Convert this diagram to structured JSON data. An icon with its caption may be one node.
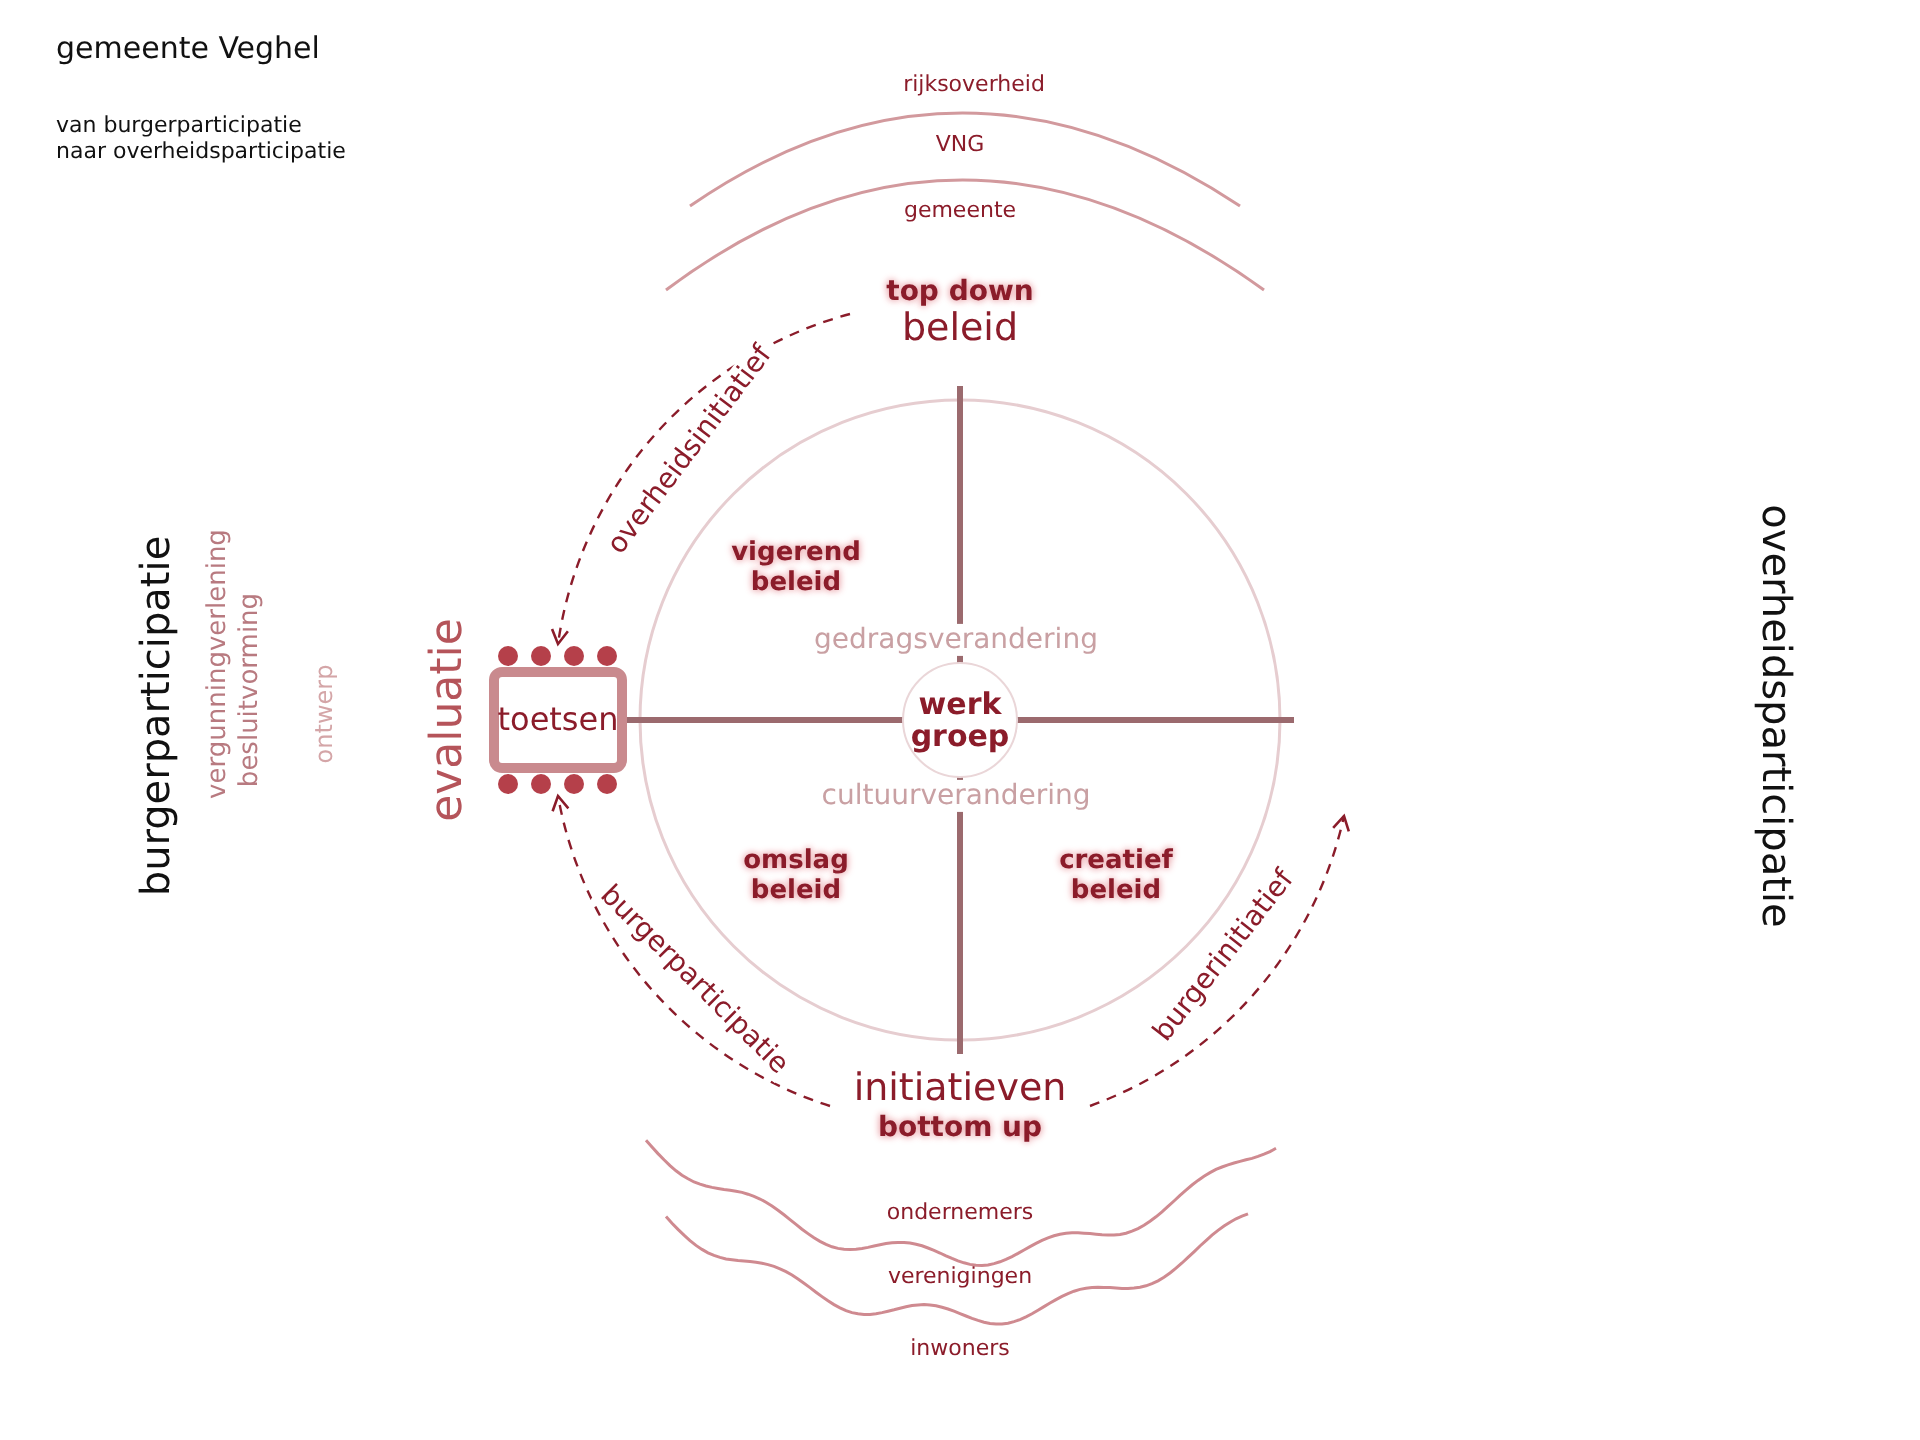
{
  "diagram": {
    "title": "gemeente Veghel",
    "nodes": [
      {
        "text": [
          "top down",
          "beleid"
        ]
      },
      {
        "text": [
          "toetsen"
        ]
      },
      {
        "text": [
          "werk groep"
        ]
      },
      {
        "text": [
          "initiatieven",
          "bottom up"
        ]
      }
    ],
    "edges": [
      {
        "from": 0,
        "to": 1,
        "arrow": "to",
        "style": "dashed",
        "label": "overheidsinitiatief"
      },
      {
        "from": 3,
        "to": 1,
        "arrow": "to",
        "style": "dashed",
        "label": "burgerparticipatie"
      },
      {
        "from": 3,
        "to": null,
        "arrow": "to",
        "style": "dashed",
        "label": "burgerinitiatief"
      }
    ],
    "labels": [
      "van burgerparticipatie naar overheidsparticipatie",
      "rijksoverheid",
      "VNG",
      "gemeente",
      "burgerparticipatie",
      "vergunningverlening",
      "besluitvorming",
      "ontwerp",
      "evaluatie",
      "vigerend beleid",
      "gedragsverandering",
      "cultuurverandering",
      "omslag beleid",
      "creatief beleid",
      "overheidsparticipatie",
      "ondernemers",
      "verenigingen",
      "inwoners"
    ]
  }
}
